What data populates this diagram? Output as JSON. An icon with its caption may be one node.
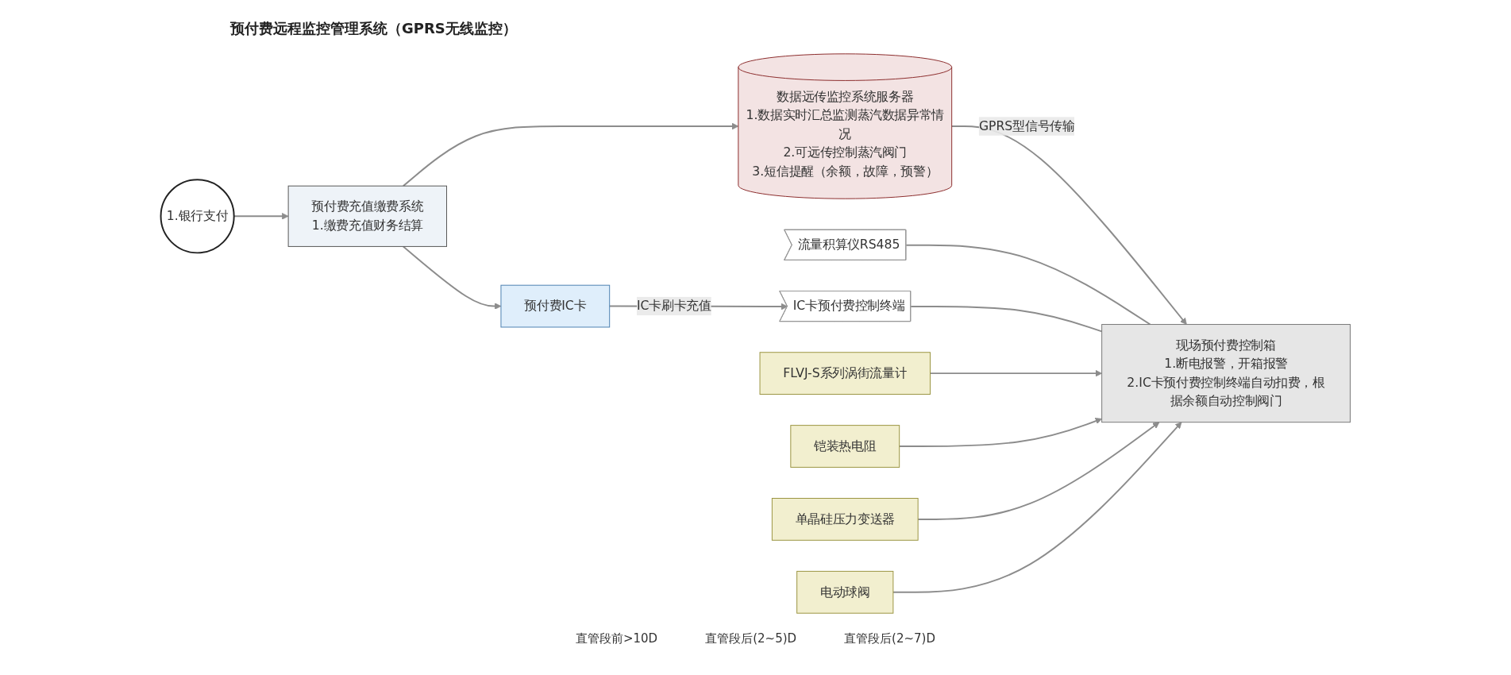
{
  "diagram": {
    "title": "预付费远程监控管理系统（GPRS无线监控）",
    "nodes": [
      {
        "text": [
          "1.银行支付"
        ]
      },
      {
        "text": [
          "预付费充值缴费系统",
          "1.缴费充值财务结算"
        ]
      },
      {
        "text": [
          "数据远传监控系统服务器",
          "1.数据实时汇总监测蒸汽数据异常情况",
          "2.可远传控制蒸汽阀门",
          "3.短信提醒（余额，故障，预警）"
        ]
      },
      {
        "text": [
          "预付费IC卡"
        ]
      },
      {
        "text": [
          "现场预付费控制箱",
          "1.断电报警，开箱报警",
          "2.IC卡预付费控制终端自动扣费，根据余额自动控制阀门"
        ]
      },
      {
        "text": [
          "流量积算仪RS485"
        ]
      },
      {
        "text": [
          "IC卡预付费控制终端"
        ]
      },
      {
        "text": [
          "FLVJ-S系列涡街流量计"
        ]
      },
      {
        "text": [
          "铠装热电阻"
        ]
      },
      {
        "text": [
          "单晶硅压力变送器"
        ]
      },
      {
        "text": [
          "电动球阀"
        ]
      }
    ],
    "edges": [
      {
        "from": 0,
        "to": 1,
        "arrow": "to"
      },
      {
        "from": 1,
        "to": 2,
        "arrow": "to"
      },
      {
        "from": 1,
        "to": 3,
        "arrow": "to"
      },
      {
        "from": 2,
        "to": 4,
        "arrow": "to",
        "label": "GPRS型信号传输"
      },
      {
        "from": 3,
        "to": 6,
        "arrow": "to",
        "label": "IC卡刷卡充值"
      },
      {
        "from": 5,
        "to": 4,
        "arrow": "none"
      },
      {
        "from": 6,
        "to": 4,
        "arrow": "none"
      },
      {
        "from": 7,
        "to": 4,
        "arrow": "to"
      },
      {
        "from": 8,
        "to": 4,
        "arrow": "to"
      },
      {
        "from": 9,
        "to": 4,
        "arrow": "to"
      },
      {
        "from": 10,
        "to": 4,
        "arrow": "to"
      }
    ],
    "labels": [
      "直管段前>10D",
      "直管段后(2~5)D",
      "直管段后(2~7)D"
    ]
  }
}
